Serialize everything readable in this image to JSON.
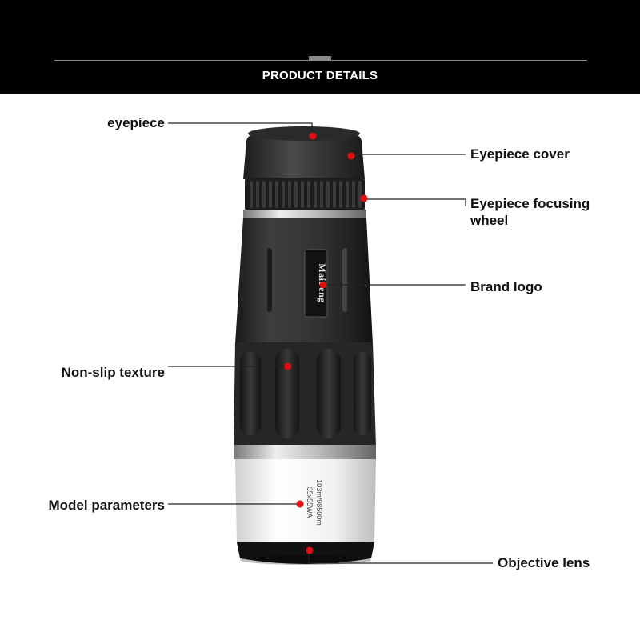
{
  "header": {
    "title": "PRODUCT DETAILS"
  },
  "labels": {
    "eyepiece": "eyepiece",
    "eyepiece_cover": "Eyepiece cover",
    "focusing_wheel_line1": "Eyepiece focusing",
    "focusing_wheel_line2": "wheel",
    "brand_logo": "Brand logo",
    "non_slip": "Non-slip texture",
    "model_params": "Model parameters",
    "objective_lens": "Objective lens"
  },
  "product": {
    "brand": "MaiFeng",
    "spec_line1": "35x55WA",
    "spec_line2": "103m/98500m"
  },
  "colors": {
    "marker": "#e01010",
    "leader": "#222222",
    "body": "#2b2b2b",
    "white_band": "#f4f4f4"
  }
}
